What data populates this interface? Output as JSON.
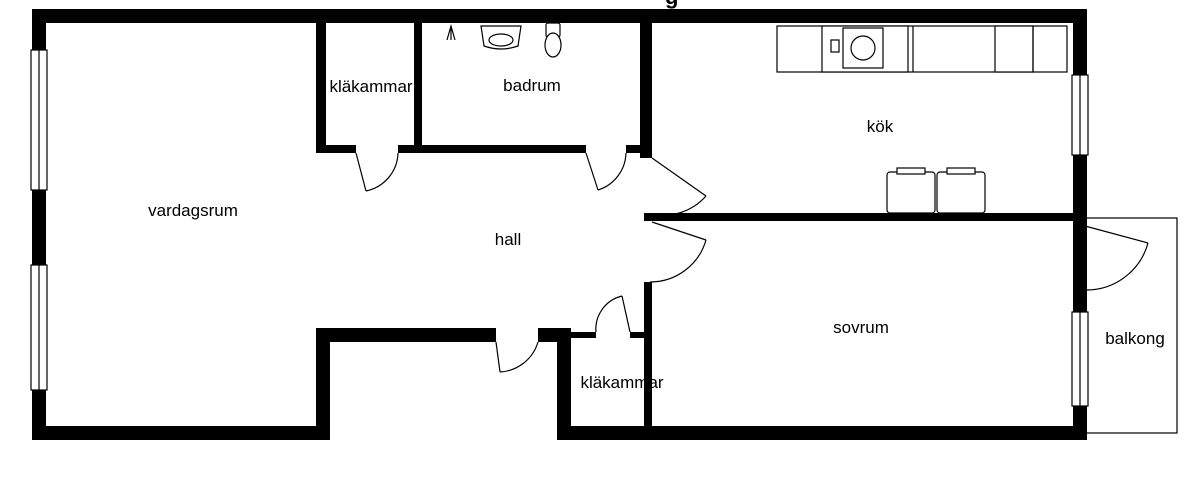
{
  "plan": {
    "rooms": [
      {
        "key": "vardagsrum",
        "label": "vardagsrum"
      },
      {
        "key": "klakammare_top",
        "label": "kläkammar"
      },
      {
        "key": "badrum",
        "label": "badrum"
      },
      {
        "key": "kok",
        "label": "kök"
      },
      {
        "key": "hall",
        "label": "hall"
      },
      {
        "key": "sovrum",
        "label": "sovrum"
      },
      {
        "key": "klakammare_bottom",
        "label": "kläkammar"
      },
      {
        "key": "balkong",
        "label": "balkong"
      }
    ]
  },
  "colors": {
    "wall": "#000000",
    "background": "#ffffff"
  }
}
